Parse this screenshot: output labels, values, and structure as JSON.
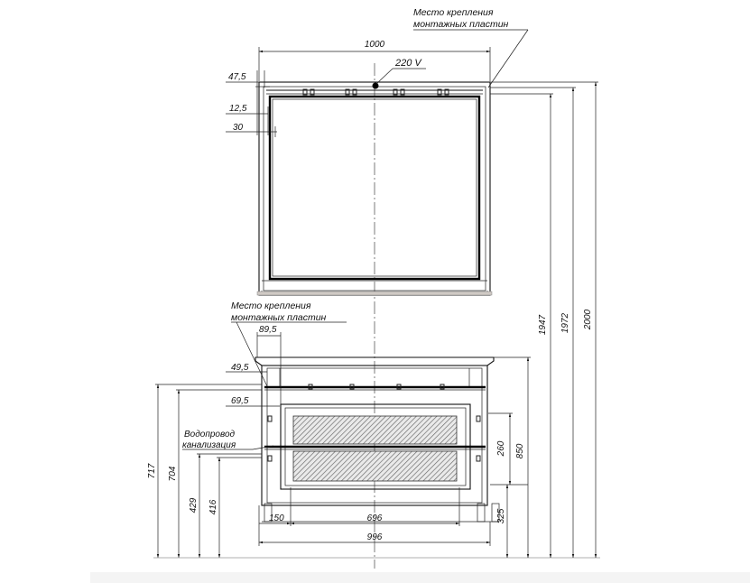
{
  "labels": {
    "mount_top_line1": "Место крепления",
    "mount_top_line2": "монтажных пластин",
    "mount_mid_line1": "Место крепления",
    "mount_mid_line2": "монтажных пластин",
    "water_line1": "Водопровод",
    "water_line2": "канализация",
    "power": "220 V"
  },
  "dimensions": {
    "mirror_width": "1000",
    "top_offset": "47,5",
    "frame_inner": "12,5",
    "frame_depth": "30",
    "vanity_depth": "89,5",
    "top_thickness": "49,5",
    "drawer_offset": "69,5",
    "h_717": "717",
    "h_704": "704",
    "h_429": "429",
    "h_416": "416",
    "left_offset": "150",
    "inner_width": "696",
    "vanity_width": "996",
    "h_325": "325",
    "h_260": "260",
    "h_850": "850",
    "h_1947": "1947",
    "h_1972": "1972",
    "h_2000": "2000"
  }
}
